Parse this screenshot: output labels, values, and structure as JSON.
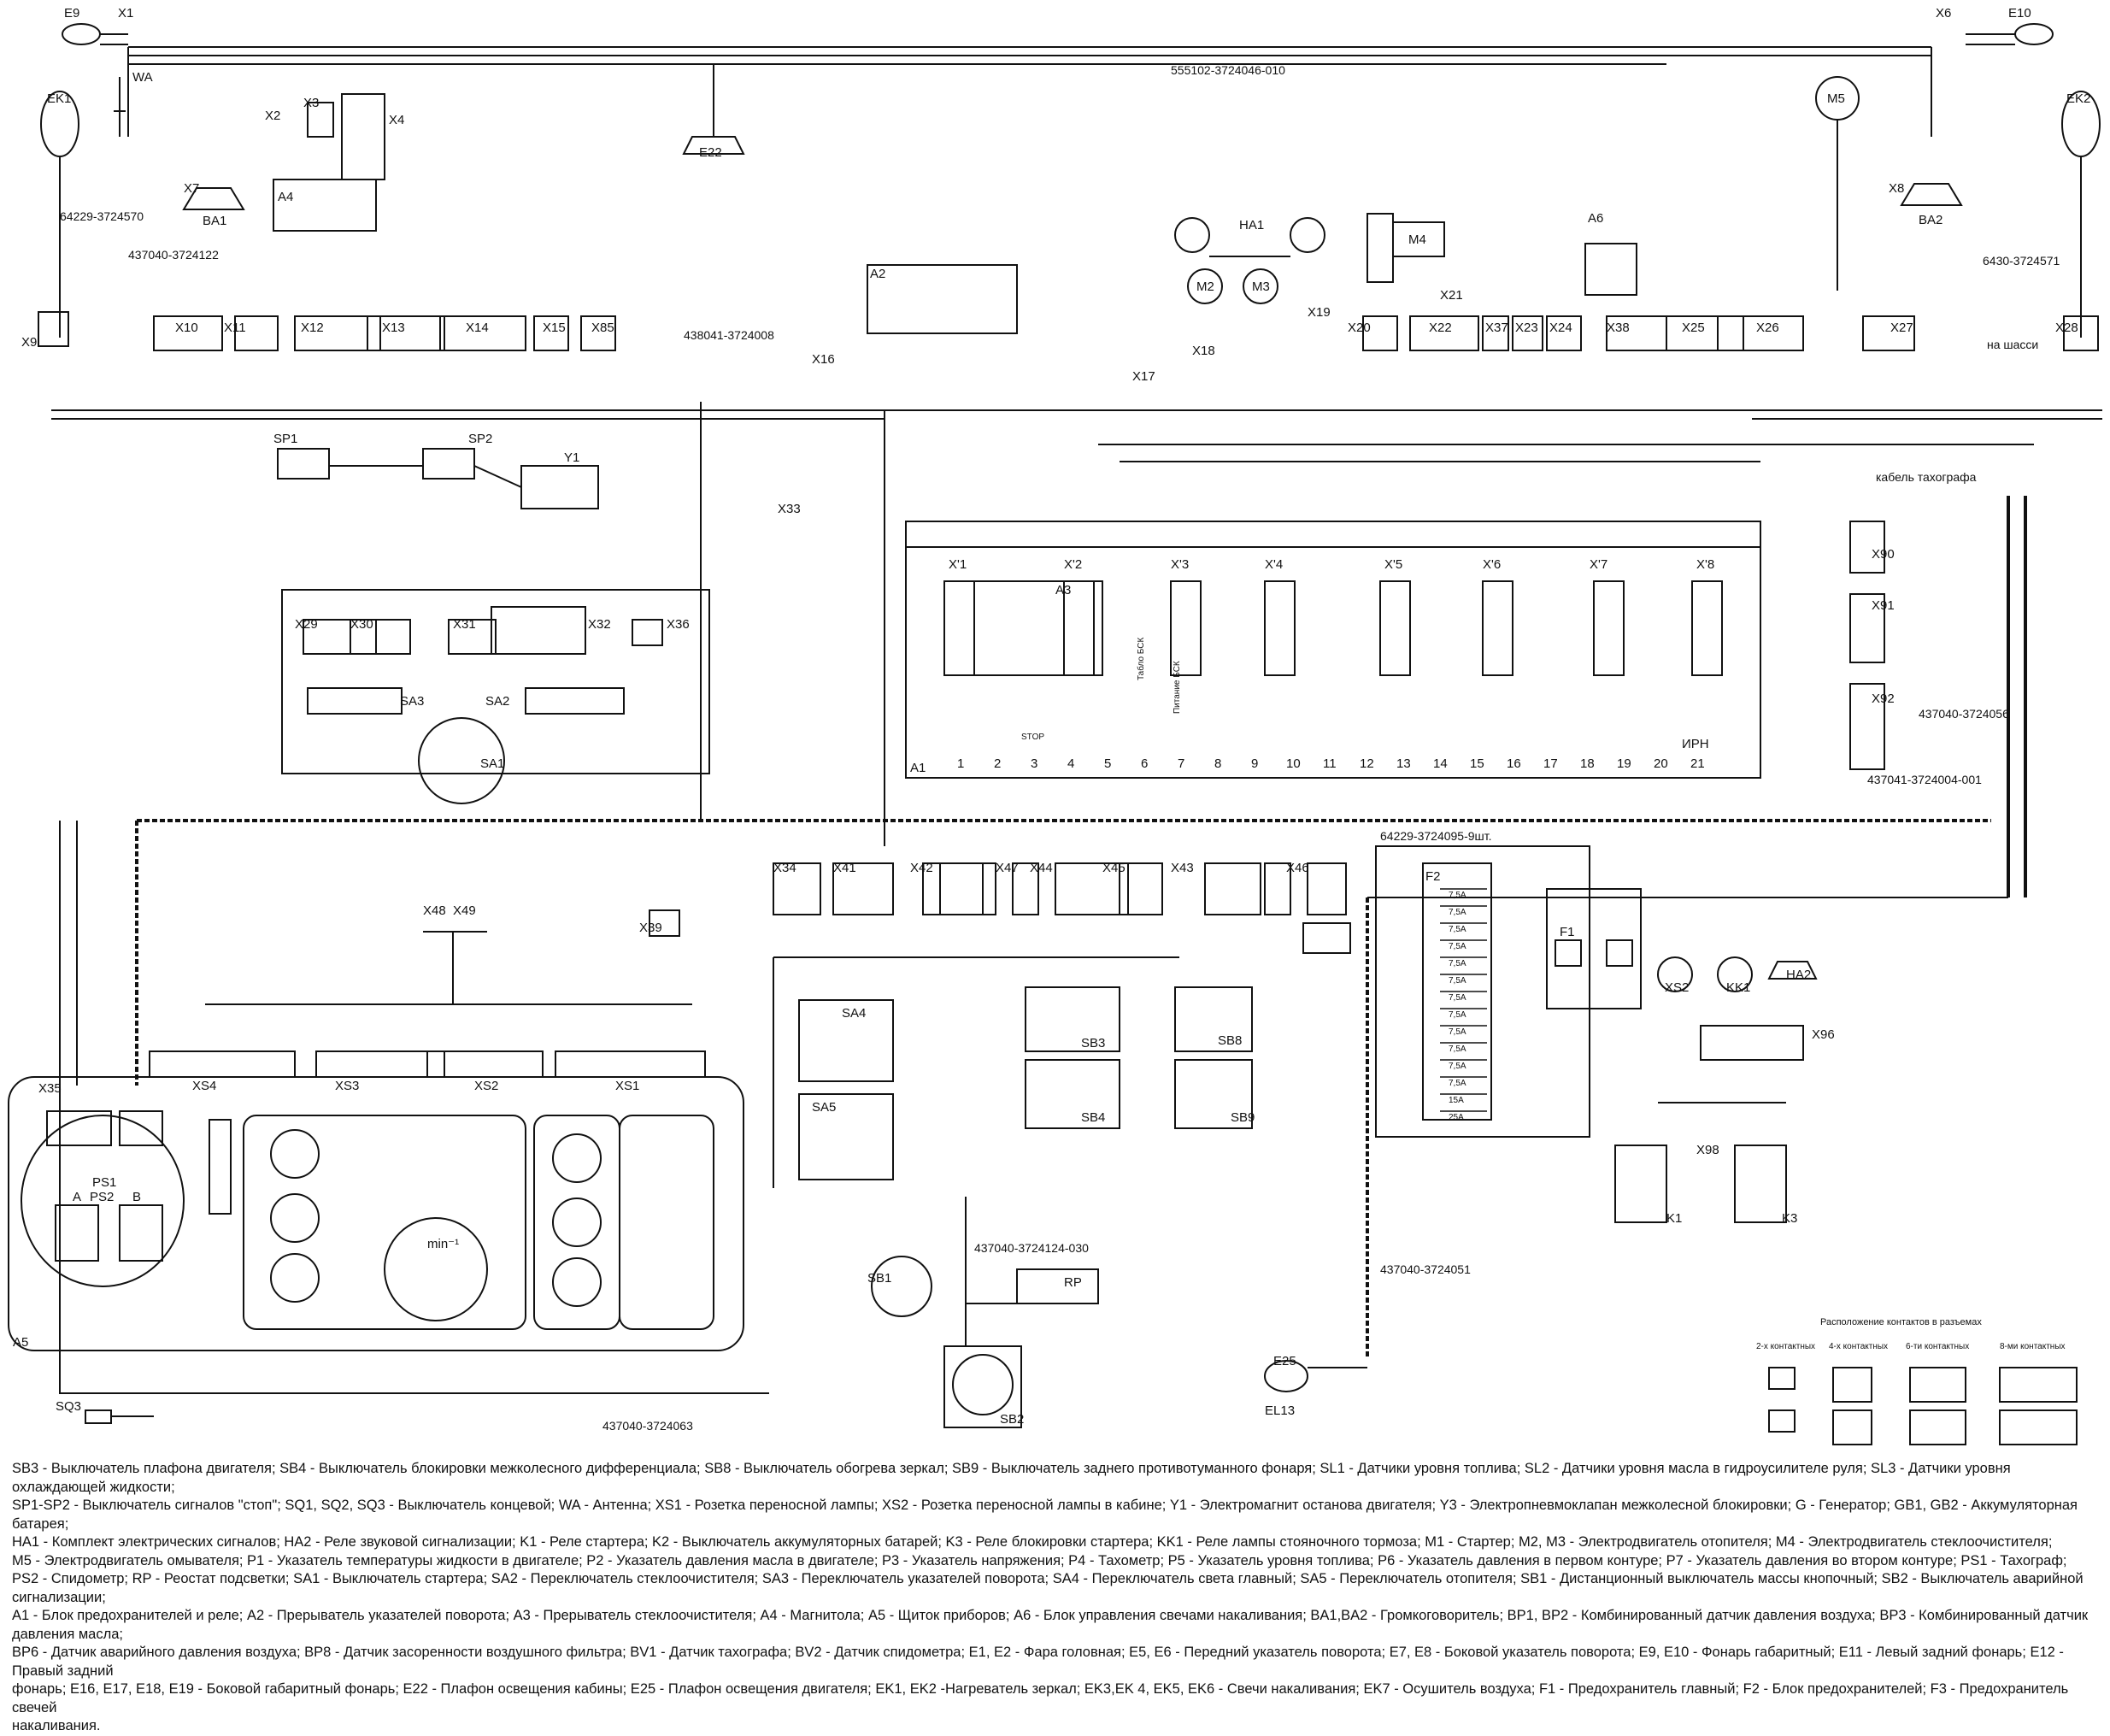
{
  "components": {
    "top_left": [
      "E9",
      "X1",
      "WA",
      "X2",
      "X3",
      "X4",
      "X7",
      "BA1",
      "A4",
      "EK1"
    ],
    "top_right": [
      "X6",
      "E10",
      "M5",
      "EK2",
      "X8",
      "BA2",
      "E22"
    ],
    "mid": [
      "A2",
      "HA1",
      "M2",
      "M3",
      "M4",
      "X18",
      "X19",
      "X21",
      "A6",
      "X16",
      "X17",
      "SP1",
      "SP2",
      "Y1",
      "X33"
    ],
    "connectors_row": [
      "X9",
      "X10",
      "X11",
      "X12",
      "X13",
      "X14",
      "X15",
      "X85",
      "X20",
      "X22",
      "X37",
      "X23",
      "X24",
      "X38",
      "X25",
      "X26",
      "X27",
      "X28"
    ],
    "left_block": [
      "X29",
      "X30",
      "X31",
      "X32",
      "X36",
      "SA3",
      "SA2",
      "SA1"
    ],
    "panel_connectors": [
      "X'1",
      "X'2",
      "X'3",
      "X'4",
      "X'5",
      "X'6",
      "X'7",
      "X'8"
    ],
    "panel": {
      "name": "A1",
      "sub": "A3",
      "numbers": [
        "1",
        "2",
        "3",
        "4",
        "5",
        "6",
        "7",
        "8",
        "9",
        "10",
        "11",
        "12",
        "13",
        "14",
        "15",
        "16",
        "17",
        "18",
        "19",
        "20",
        "21"
      ],
      "texts": [
        "STOP",
        "Питание БСК",
        "Табло БСК",
        "ИРН"
      ]
    },
    "right_connectors": [
      "X90",
      "X91",
      "X92"
    ],
    "mid_lower": [
      "X34",
      "X41",
      "X42",
      "X47",
      "X44",
      "X45",
      "X43",
      "X46",
      "X48",
      "X49",
      "X39"
    ],
    "switches": [
      "SA4",
      "SA5",
      "SB3",
      "SB4",
      "SB8",
      "SB9",
      "SB1",
      "RP",
      "SB2"
    ],
    "fuses": [
      "F2",
      "F1",
      "XS2",
      "KK1",
      "HA2",
      "X96",
      "K1",
      "K3",
      "X98"
    ],
    "fuse_values": [
      "7,5А",
      "7,5А",
      "7,5А",
      "7,5А",
      "7,5А",
      "7,5А",
      "7,5А",
      "7,5А",
      "7,5А",
      "7,5А",
      "7,5А",
      "7,5А",
      "15А",
      "25А"
    ],
    "dashboard": {
      "name": "A5",
      "sockets": [
        "XS4",
        "XS3",
        "XS2",
        "XS1"
      ],
      "sub": [
        "X35",
        "PS1",
        "PS2",
        "A",
        "B"
      ],
      "tach_unit": "min⁻¹"
    },
    "bottom": [
      "SQ3",
      "E25",
      "EL13"
    ]
  },
  "cables": {
    "c1": "555102-3724046-010",
    "c2": "64229-3724570",
    "c3": "437040-3724122",
    "c4": "438041-3724008",
    "c5": "6430-3724571",
    "c6": "на шасси",
    "c7": "кабель тахографа",
    "c8": "437040-3724056",
    "c9": "437041-3724004-001",
    "c10": "64229-3724095-9шт.",
    "c11": "437040-3724124-030",
    "c12": "437040-3724051",
    "c13": "437040-3724063"
  },
  "contacts_legend": {
    "title": "Расположение контактов в разъемах",
    "types": [
      "2-х контактных",
      "4-х контактных",
      "6-ти контактных",
      "8-ми контактных"
    ]
  },
  "legend": [
    "SB3 - Выключатель плафона двигателя; SB4 - Выключатель блокировки межколесного дифференциала; SB8 - Выключатель обогрева зеркал; SB9 - Выключатель заднего противотуманного фонаря; SL1 - Датчики уровня топлива; SL2 - Датчики уровня масла в гидроусилителе руля; SL3 - Датчики уровня охлаждающей жидкости;",
    "SP1-SP2 - Выключатель сигналов \"стоп\"; SQ1, SQ2, SQ3 - Выключатель концевой; WA - Антенна; XS1 - Розетка переносной лампы; XS2 - Розетка переносной лампы в кабине; Y1 - Электромагнит останова двигателя; Y3 - Электропневмоклапан межколесной блокировки; G - Генератор; GB1, GB2 - Аккумуляторная батарея;",
    "HA1 - Комплект электрических сигналов; HA2 - Реле звуковой сигнализации; K1 - Реле стартера; K2 - Выключатель аккумуляторных батарей; K3 - Реле блокировки стартера; KK1 - Реле лампы стояночного тормоза; M1 - Стартер; M2, M3 - Электродвигатель отопителя; M4 - Электродвигатель стеклоочистителя;",
    "M5 - Электродвигатель омывателя; P1 - Указатель температуры жидкости в двигателе; P2 - Указатель давления масла в двигателе; P3 - Указатель напряжения; P4 - Тахометр; P5 - Указатель уровня топлива; P6 - Указатель давления в первом контуре; P7 - Указатель давления во втором контуре; PS1 - Тахограф;",
    "PS2 - Спидометр; RP - Реостат подсветки; SA1 - Выключатель стартера; SA2 - Переключатель стеклоочистителя; SA3 - Переключатель указателей поворота; SA4 - Переключатель света главный; SA5 - Переключатель отопителя; SB1 - Дистанционный выключатель массы кнопочный; SB2 - Выключатель аварийной сигнализации;",
    "A1 - Блок предохранителей и реле; A2 - Прерыватель указателей поворота; A3 - Прерыватель стеклоочистителя; A4 - Магнитола; A5 - Щиток приборов; A6 - Блок управления свечами накаливания; BA1,BA2 - Громкоговоритель; BP1, BP2 - Комбинированный датчик давления воздуха; BP3 - Комбинированный датчик давления масла;",
    "BP6 - Датчик аварийного давления воздуха; BP8 - Датчик засоренности воздушного фильтра; BV1 - Датчик тахографа; BV2 - Датчик спидометра; E1, E2 - Фара головная; E5, E6 - Передний указатель поворота; E7, E8 - Боковой указатель поворота; E9, E10 - Фонарь габаритный; E11 - Левый задний фонарь; E12 - Правый задний",
    "фонарь; E16, E17, E18, E19 - Боковой габаритный фонарь; E22 - Плафон освещения кабины; E25 - Плафон освещения двигателя; EK1, EK2 -Нагреватель зеркал; EK3,EK 4, EK5, EK6 - Свечи накаливания; EK7 - Осушитель воздуха; F1 - Предохранитель главный; F2 - Блок предохранителей; F3 - Предохранитель свечей",
    "накаливания."
  ]
}
